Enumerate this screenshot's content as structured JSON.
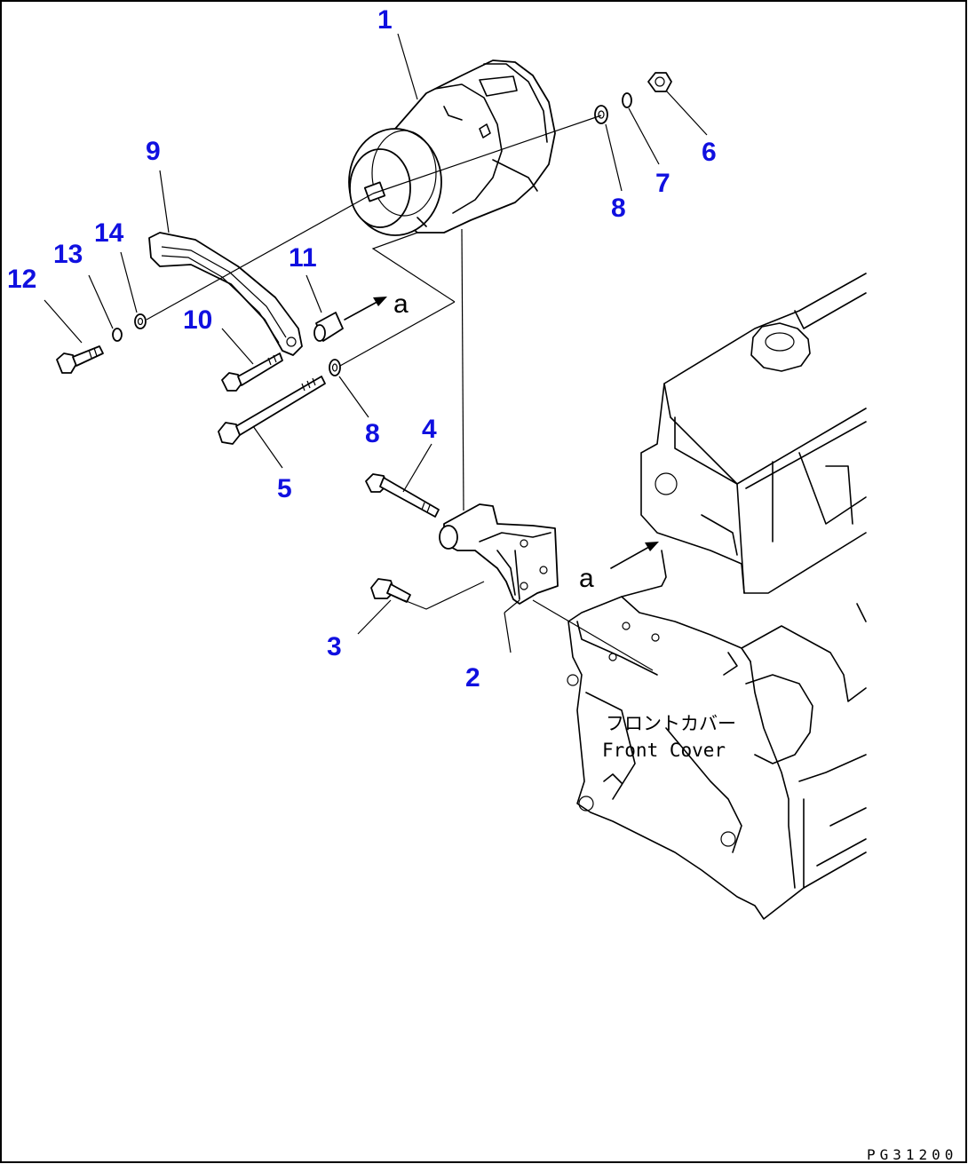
{
  "callouts": [
    "1",
    "2",
    "3",
    "4",
    "5",
    "6",
    "7",
    "8",
    "8",
    "9",
    "10",
    "11",
    "12",
    "13",
    "14"
  ],
  "arrow_letter": "a",
  "front_cover_jp": "フロントカバー",
  "front_cover_en": "Front Cover",
  "drawing_code": "PG31200",
  "colors": {
    "callout": "#1010e0",
    "line": "#000000",
    "background": "#ffffff"
  }
}
